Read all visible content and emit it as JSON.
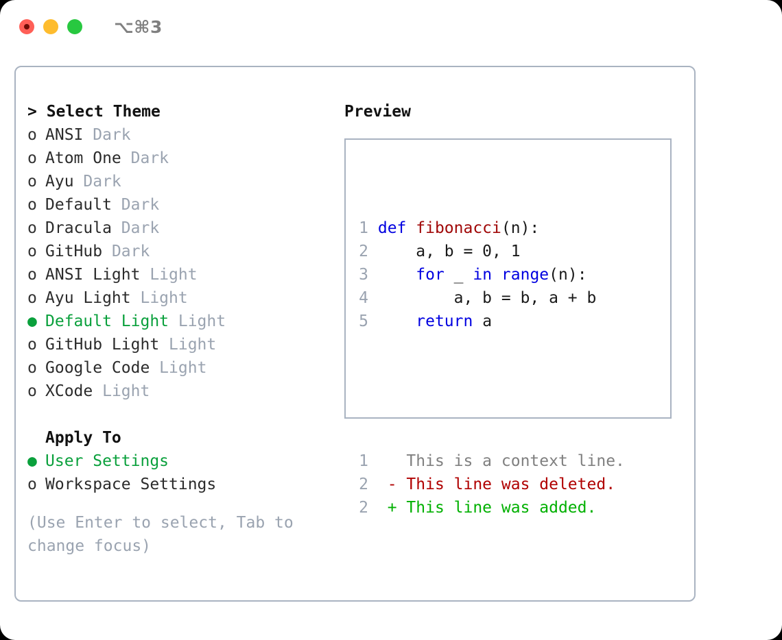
{
  "titlebar": {
    "shortcut": "⌥⌘3",
    "lights": [
      "close-red",
      "minimize-yellow",
      "maximize-green"
    ]
  },
  "left": {
    "section_header_prefix": "> ",
    "section_header": "Select Theme",
    "themes": [
      {
        "marker": "o ",
        "name": "ANSI",
        "kind": " Dark",
        "selected": false
      },
      {
        "marker": "o ",
        "name": "Atom One",
        "kind": " Dark",
        "selected": false
      },
      {
        "marker": "o ",
        "name": "Ayu",
        "kind": " Dark",
        "selected": false
      },
      {
        "marker": "o ",
        "name": "Default",
        "kind": " Dark",
        "selected": false
      },
      {
        "marker": "o ",
        "name": "Dracula",
        "kind": " Dark",
        "selected": false
      },
      {
        "marker": "o ",
        "name": "GitHub",
        "kind": " Dark",
        "selected": false
      },
      {
        "marker": "o ",
        "name": "ANSI Light",
        "kind": " Light",
        "selected": false
      },
      {
        "marker": "o ",
        "name": "Ayu Light",
        "kind": " Light",
        "selected": false
      },
      {
        "marker": "● ",
        "name": "Default Light",
        "kind": " Light",
        "selected": true
      },
      {
        "marker": "o ",
        "name": "GitHub Light",
        "kind": " Light",
        "selected": false
      },
      {
        "marker": "o ",
        "name": "Google Code",
        "kind": " Light",
        "selected": false
      },
      {
        "marker": "o ",
        "name": "XCode",
        "kind": " Light",
        "selected": false
      }
    ],
    "apply_to_header": "Apply To",
    "apply_to": [
      {
        "marker": "● ",
        "name": "User Settings",
        "selected": true
      },
      {
        "marker": "o ",
        "name": "Workspace Settings",
        "selected": false
      }
    ],
    "hint": "(Use Enter to select, Tab to change focus)"
  },
  "right": {
    "preview_label": "Preview",
    "code_lines": [
      {
        "n": "1",
        "segments": [
          {
            "t": "def ",
            "c": "kw"
          },
          {
            "t": "fibonacci",
            "c": "fn"
          },
          {
            "t": "(n):",
            "c": "plain"
          }
        ]
      },
      {
        "n": "2",
        "segments": [
          {
            "t": "    a, b = 0, 1",
            "c": "plain"
          }
        ]
      },
      {
        "n": "3",
        "segments": [
          {
            "t": "    ",
            "c": "plain"
          },
          {
            "t": "for",
            "c": "kw"
          },
          {
            "t": " _ ",
            "c": "plain"
          },
          {
            "t": "in",
            "c": "kw"
          },
          {
            "t": " ",
            "c": "plain"
          },
          {
            "t": "range",
            "c": "kw"
          },
          {
            "t": "(n):",
            "c": "plain"
          }
        ]
      },
      {
        "n": "4",
        "segments": [
          {
            "t": "        a, b = b, a + b",
            "c": "plain"
          }
        ]
      },
      {
        "n": "5",
        "segments": [
          {
            "t": "    ",
            "c": "plain"
          },
          {
            "t": "return",
            "c": "kw"
          },
          {
            "t": " a",
            "c": "plain"
          }
        ]
      }
    ],
    "diff_lines": [
      {
        "n": "1",
        "marker": "  ",
        "text": "This is a context line.",
        "c": "ctx"
      },
      {
        "n": "2",
        "marker": "- ",
        "text": "This line was deleted.",
        "c": "del"
      },
      {
        "n": "2",
        "marker": "+ ",
        "text": "This line was added.",
        "c": "add"
      }
    ]
  },
  "colors": {
    "accent_green": "#0aa03c",
    "muted": "#9aa3b0",
    "border": "#a9b3c1",
    "keyword_blue": "#0000e0",
    "function_red": "#a00808",
    "diff_delete": "#b00000",
    "diff_add": "#00b000",
    "light_red": "#ff5f57",
    "light_yellow": "#febc2e",
    "light_green": "#28c840"
  }
}
